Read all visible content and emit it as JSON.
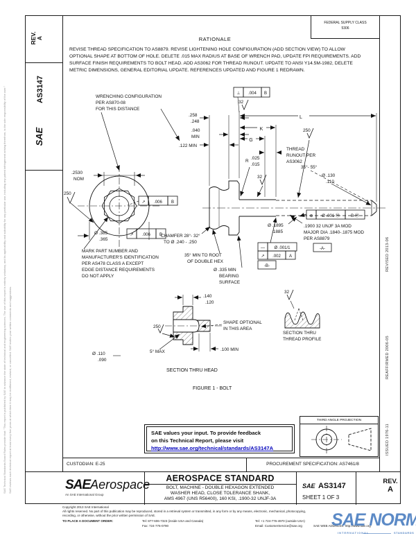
{
  "sidebar": {
    "rev_label": "REV.",
    "rev_value": "A",
    "doc_number": "AS3147",
    "logo": "SAE"
  },
  "header": {
    "fsc_line1": "FEDERAL SUPPLY CLASS",
    "fsc_line2": "5306",
    "rationale_title": "RATIONALE",
    "rationale_text": "REVISE THREAD SPECIFICATION TO AS8879. REVISE LIGHTENING HOLE CONFIGURATION (ADD SECTION VIEW) TO ALLOW OPTIONAL SHAPE AT BOTTOM OF HOLE. DELETE .015 MAX RADIUS AT BASE OF WRENCH PAD, UPDATE FPI REQUIREMENTS. ADD SURFACE FINISH REQUIREMENTS TO BOLT HEAD. ADD AS3062 FOR THREAD RUNOUT. UPDATE TO ANSI Y14.5M-1982, DELETE METRIC DIMENSIONS, GENERAL EDITORIAL UPDATE. REFERENCES UPDATED AND FIGURE 1 REDRAWN."
  },
  "history": {
    "revised": "REVISED 2013-06",
    "reaffirmed": "REAFFIRMED 2006-05",
    "issued": "ISSUED 1976-11"
  },
  "margin": {
    "note1": "SAE Technical Standards Board Rules provide that: \"This report is published by SAE to advance the state of technical and engineering sciences. The use of this report is entirely voluntary, and its applicability and suitability for any particular use, including any patent infringement arising therefrom, is the sole responsibility of the user.\"",
    "note2": "SAE reviews each technical report at least every five years at which time it may be reaffirmed, revised, or cancelled. SAE invites your written comments and suggestions."
  },
  "fig": {
    "wrench1": "WRENCHING CONFIGURATION",
    "wrench2": "PER AS870-08",
    "wrench3": "FOR THIS DISTANCE",
    "dim2530": ".2530",
    "nom": "NOM",
    "f250": "250",
    "f32": "32",
    "dia385": "Ø .385",
    "dia365": ".365",
    "runout_sym": "↗",
    "tol006": ".006",
    "datumB": "B",
    "mark1": "MARK PART NUMBER AND",
    "mark2": "MANUFACTURER'S IDENTIFICATION",
    "mark3": "PER AS478 CLASS A EXCEPT",
    "mark4": "EDGE DISTANCE REQUIREMENTS",
    "mark5": "DO NOT APPLY",
    "chamfer1": "CHAMFER 28°- 32°",
    "chamfer2": "TO Ø .240 - .250",
    "hexroot1": "35° MIN TO ROOT",
    "hexroot2": "OF DOUBLE HEX",
    "bearing1": "Ø .335 MIN",
    "bearing2": "BEARING",
    "bearing3": "SURFACE",
    "dim258": ".258",
    "dim248": ".248",
    "dim040": ".040",
    "min": "MIN",
    "dim122": ".122 MIN",
    "dimL": "L",
    "dimK": "K",
    "dimG": "G",
    "perp_sym": "⊥",
    "tol004": ".004",
    "trunout1": "THREAD",
    "trunout2": "RUNOUT PER",
    "trunout3": "AS3062",
    "rsym": "R",
    "dim025": ".025",
    "dim015": ".015",
    "angle": "35°- 55°",
    "dia130": "Ø .130",
    "dim110": ".110",
    "dia1895": "Ø .1895",
    "dia1885": ".1885",
    "pos_sym": "⊕",
    "pos_tol": "Ø .001 Ⓜ",
    "pos_datum": "B Ⓜ",
    "thread1": ".1900 32 UNJF 3A MOD",
    "thread2": "MAJOR DIA .1840-.1875 MOD",
    "thread3": "PER AS8879",
    "datumA_flag": "-A-",
    "datumB_flag": "-B-",
    "str_sym": "—",
    "str_tol": "Ø .001/1",
    "cr_sym": "↗",
    "cr_tol": ".002",
    "cr_datum": "A",
    "sec140": ".140",
    "sec120": ".120",
    "shape1": "SHAPE OPTIONAL",
    "shape2": "IN THIS AREA",
    "deg5": "5° MAX",
    "dim100": ".100 MIN",
    "dia110s": "Ø .110",
    "dim090": ".090",
    "cap_head": "SECTION THRU HEAD",
    "cap_thread1": "SECTION THRU",
    "cap_thread2": "THREAD PROFILE",
    "figure": "FIGURE 1 - BOLT"
  },
  "feedback": {
    "line1": "SAE values your input. To provide feedback",
    "line2": "on this Technical Report, please visit",
    "link": "http://www.sae.org/technical/standards/AS3147A"
  },
  "projection": {
    "label": "THIRD ANGLE PROJECTION"
  },
  "info_row": {
    "custodian": "CUSTODIAN: E-25",
    "procurement": "PROCUREMENT SPECIFICATION: AS7461/8"
  },
  "title_block": {
    "sae": "SAE",
    "aerospace": "Aerospace",
    "subtitle": "An SAE International Group",
    "doc_type": "AEROSPACE STANDARD",
    "title1": "BOLT, MACHINE - DOUBLE HEXAGON EXTENDED",
    "title2": "WASHER HEAD, CLOSE TOLERANCE SHANK,",
    "title3": "AMS 4967 (UNS R56400), 160 KSI, .1900-32 UNJF-3A",
    "num_prefix": "SAE",
    "number": "AS3147",
    "sheet": "SHEET 1 OF 3",
    "rev_label": "REV.",
    "rev_value": "A"
  },
  "footer": {
    "copyright": "Copyright 2013 SAE International",
    "rights1": "All rights reserved. No part of this publication may be reproduced, stored in a retrieval system or transmitted, in any form or by any means, electronic, mechanical, photocopying,",
    "rights2": "recording, or otherwise, without the prior written permission of SAE.",
    "order": "TO PLACE A DOCUMENT ORDER:",
    "tel1": "Tel: 877-606-7323 (inside USA and Canada)",
    "tel2": "Tel: +1 724-776-4970 (outside USA)",
    "fax": "Fax: 724-776-0790",
    "email": "Email: CustomerService@sae.org",
    "web": "SAE WEB ADDRESS: http://www.sae.org"
  },
  "watermark": {
    "main": "SAE NORM",
    "sub1": "INTERNATIONAL",
    "sub2": "STANDARDS"
  },
  "colors": {
    "link_blue": "#0000bb",
    "watermark_blue": "#4076bc",
    "line": "#1a1a1a"
  }
}
